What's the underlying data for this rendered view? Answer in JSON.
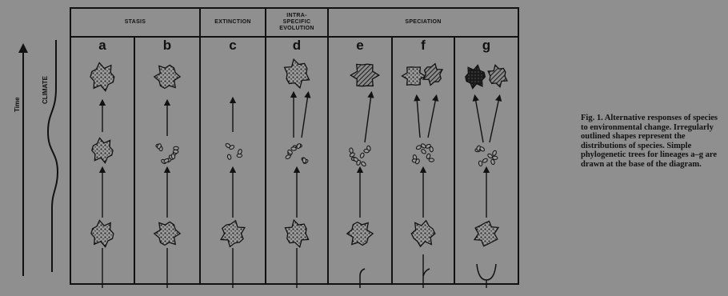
{
  "figure": {
    "headers": {
      "stasis": "STASIS",
      "extinction": "EXTINCTION",
      "intraspecific": "INTRA-\nSPECIFIC\nEVOLUTION",
      "speciation": "SPECIATION"
    },
    "columns": [
      "a",
      "b",
      "c",
      "d",
      "e",
      "f",
      "g"
    ],
    "axes": {
      "time": "Time",
      "climate": "CLIMATE"
    },
    "caption": "Fig. 1. Alternative responses of species to environmental change. Irregularly outlined shapes represent the distributions of species. Simple phylogenetic trees for lineages a–g are drawn at the base of the diagram."
  },
  "colors": {
    "background": "#8f8f8f",
    "ink": "#111111",
    "blob_stipple": "#6a6a6a",
    "blob_dark": "#1e1e1e",
    "blob_hatched": "#3a3a3a"
  }
}
